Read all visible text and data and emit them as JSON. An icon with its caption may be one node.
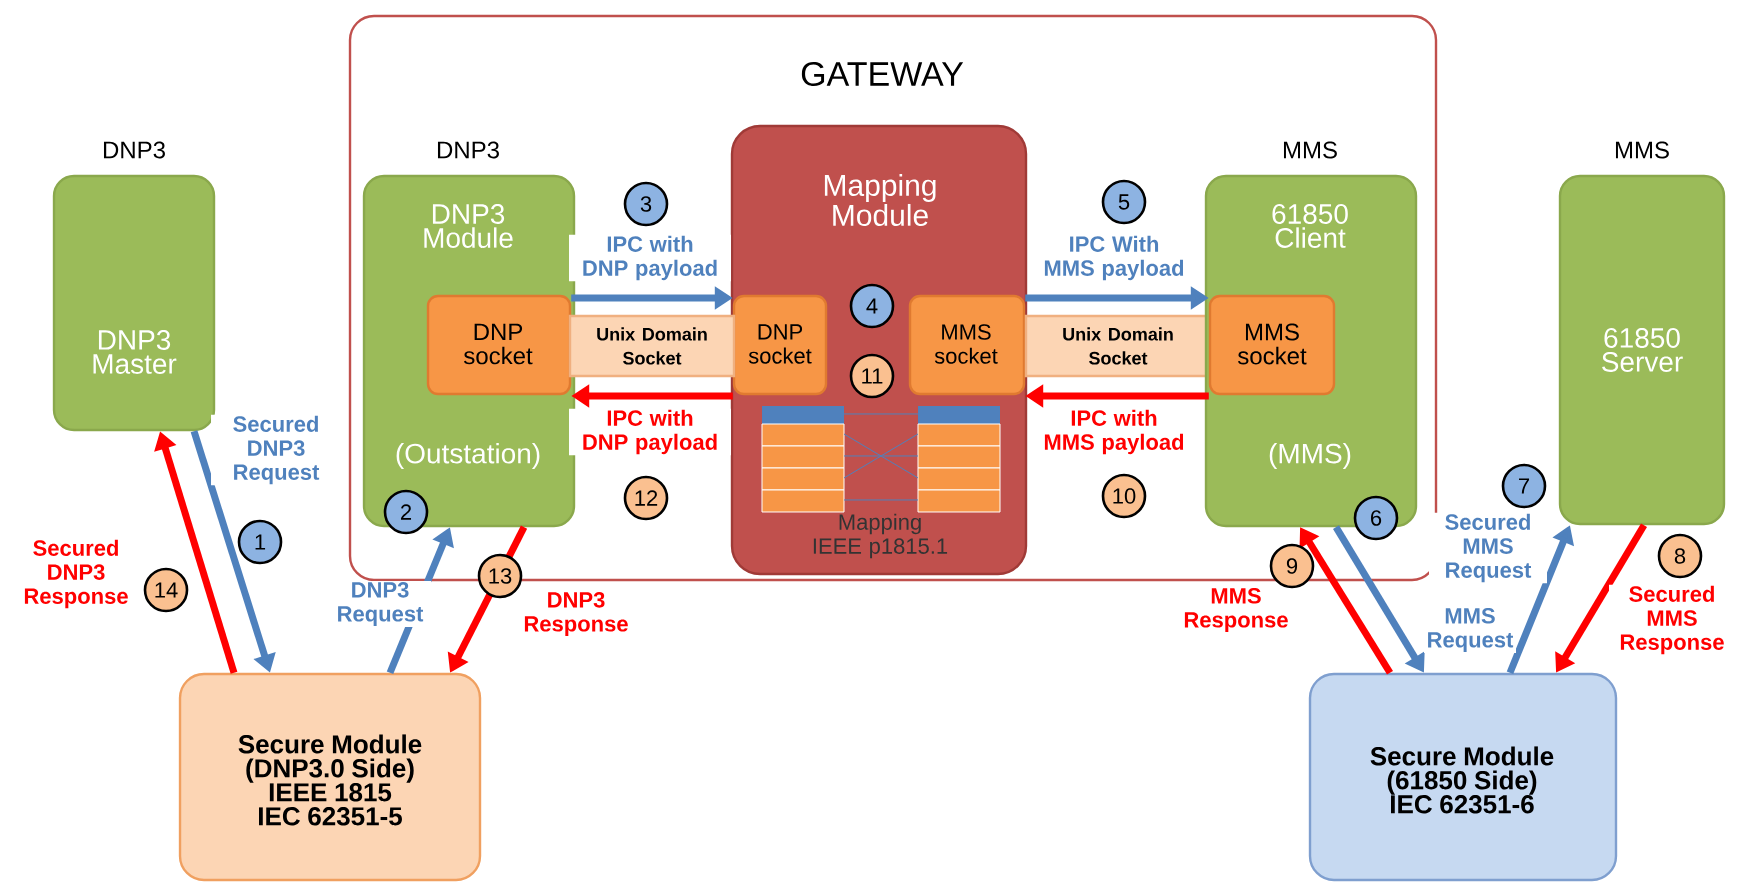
{
  "diagram": {
    "nodes": [
      {
        "text": [
          "GATEWAY"
        ]
      },
      {
        "text": [
          "DNP3",
          "DNP3 Master"
        ]
      },
      {
        "text": [
          "DNP3",
          "DNP3 Module",
          "(Outstation)"
        ],
        "in": 0
      },
      {
        "text": [
          "DNP socket"
        ],
        "in": 2
      },
      {
        "text": [
          "Mapping Module",
          "Mapping IEEE p1815.1"
        ],
        "in": 0
      },
      {
        "text": [
          "DNP socket"
        ],
        "in": 4
      },
      {
        "text": [
          "MMS socket"
        ],
        "in": 4
      },
      {
        "text": [
          "Unix Domain Socket"
        ],
        "in": 0
      },
      {
        "text": [
          "Unix Domain Socket"
        ],
        "in": 0
      },
      {
        "text": [
          "MMS",
          "61850 Client",
          "(MMS)"
        ],
        "in": 0
      },
      {
        "text": [
          "MMS socket"
        ],
        "in": 9
      },
      {
        "text": [
          "MMS",
          "61850 Server"
        ]
      },
      {
        "text": [
          "Secure Module (DNP3.0 Side) IEEE 1815 IEC 62351-5"
        ]
      },
      {
        "text": [
          "Secure Module (61850 Side) IEC 62351-6"
        ]
      }
    ],
    "edges": [
      {
        "from": 1,
        "to": 12,
        "arrow": "to",
        "label": "Secured DNP3 Request",
        "color": "#4f81bd"
      },
      {
        "from": 12,
        "to": 1,
        "arrow": "to",
        "label": "Secured DNP3 Response",
        "color": "#ff0000"
      },
      {
        "from": 12,
        "to": 2,
        "arrow": "to",
        "label": "DNP3 Request",
        "color": "#4f81bd"
      },
      {
        "from": 2,
        "to": 12,
        "arrow": "to",
        "label": "DNP3 Response",
        "color": "#ff0000"
      },
      {
        "from": 3,
        "to": 5,
        "arrow": "to",
        "label": "IPC with DNP payload",
        "color": "#4f81bd"
      },
      {
        "from": 5,
        "to": 3,
        "arrow": "to",
        "label": "IPC with DNP payload",
        "color": "#ff0000"
      },
      {
        "from": 6,
        "to": 10,
        "arrow": "to",
        "label": "IPC With MMS payload",
        "color": "#4f81bd"
      },
      {
        "from": 10,
        "to": 6,
        "arrow": "to",
        "label": "IPC with MMS payload",
        "color": "#ff0000"
      },
      {
        "from": 9,
        "to": 13,
        "arrow": "to",
        "label": "MMS Request",
        "color": "#4f81bd"
      },
      {
        "from": 13,
        "to": 9,
        "arrow": "to",
        "label": "MMS Response",
        "color": "#ff0000"
      },
      {
        "from": 13,
        "to": 11,
        "arrow": "to",
        "label": "Secured MMS Request",
        "color": "#4f81bd"
      },
      {
        "from": 11,
        "to": 13,
        "arrow": "to",
        "label": "Secured MMS Response",
        "color": "#ff0000"
      }
    ],
    "labels": [
      "1",
      "2",
      "3",
      "4",
      "5",
      "6",
      "7",
      "8",
      "9",
      "10",
      "11",
      "12",
      "13",
      "14"
    ]
  }
}
